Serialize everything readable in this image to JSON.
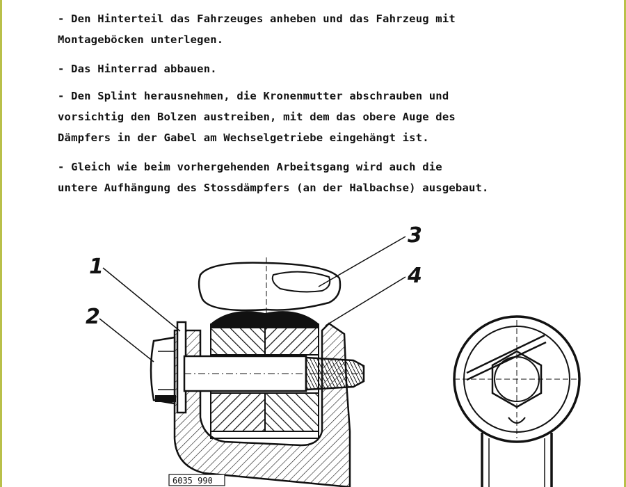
{
  "instructions": [
    "- Den Hinterteil das Fahrzeuges anheben und das Fahrzeug mit\nMontageböcken unterlegen.",
    "- Das Hinterrad abbauen.",
    "- Den Splint herausnehmen, die Kronenmutter abschrauben und\nvorsichtig den Bolzen austreiben, mit dem das obere Auge des\nDämpfers in der Gabel am Wechselgetriebe eingehängt ist.",
    "- Gleich wie beim vorhergehenden Arbeitsgang wird auch die\nuntere Aufhängung des Stossdämpfers (an der Halbachse) ausgebaut."
  ],
  "figure": {
    "callouts": [
      "1",
      "2",
      "3",
      "4"
    ],
    "reference_number": "6035 990",
    "colors": {
      "ink": "#111111",
      "paper": "#ffffff",
      "frame": "#b9c04a"
    }
  }
}
